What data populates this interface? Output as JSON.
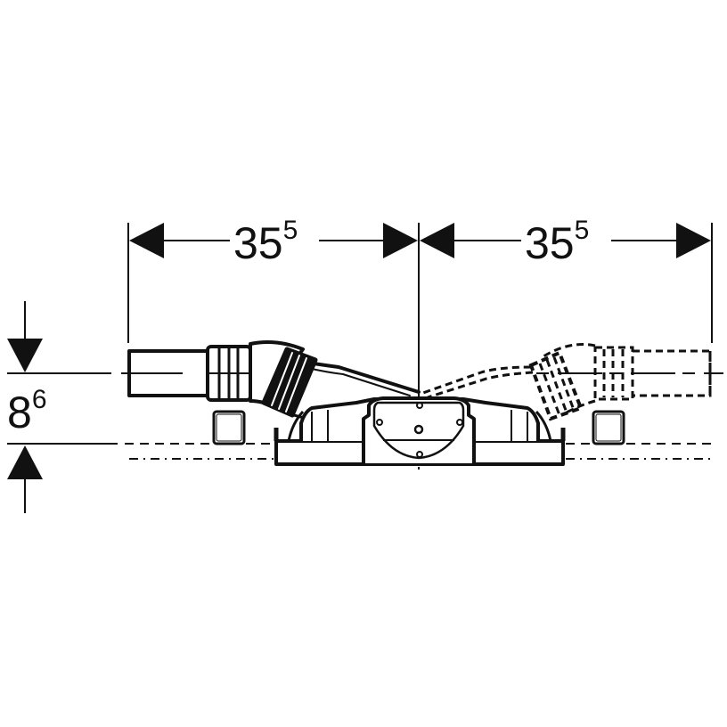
{
  "diagram": {
    "type": "technical-dimension-drawing",
    "subject": "shower drain body with left solid outlet pipe and right dashed alternate outlet position",
    "colors": {
      "line": "#111111",
      "background": "#ffffff"
    }
  },
  "dimensions": {
    "left_width": {
      "main": "35",
      "sup": "5"
    },
    "right_width": {
      "main": "35",
      "sup": "5"
    },
    "height": {
      "main": "8",
      "sup": "6"
    }
  },
  "components": [
    {
      "id": "left-outlet-pipe",
      "style": "solid"
    },
    {
      "id": "left-pipe-elbow",
      "style": "solid"
    },
    {
      "id": "drain-body",
      "style": "solid"
    },
    {
      "id": "right-outlet-pipe",
      "style": "dashed"
    },
    {
      "id": "right-pipe-elbow",
      "style": "dashed"
    },
    {
      "id": "left-support-block",
      "style": "solid"
    },
    {
      "id": "right-support-block",
      "style": "solid"
    },
    {
      "id": "center-axis",
      "style": "dash-dot"
    },
    {
      "id": "floor-lines",
      "style": "dashed"
    }
  ]
}
